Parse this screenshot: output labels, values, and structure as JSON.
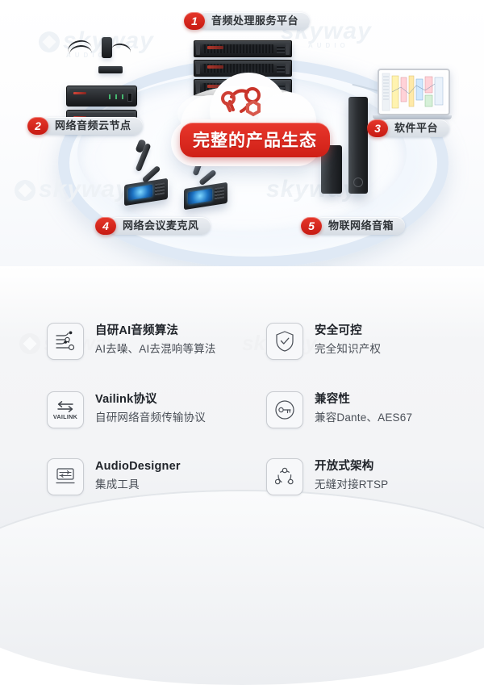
{
  "diagram": {
    "center": {
      "pill_label": "完整的产品生态",
      "pill_color": "#d3241a",
      "cloud_icon": "network-nodes-icon"
    },
    "watermark": "skyway",
    "watermark_sub": "AUDIO",
    "nodes": [
      {
        "number": "1",
        "label": "音频处理服务平台",
        "art": "rack-servers"
      },
      {
        "number": "2",
        "label": "网络音频云节点",
        "art": "cloud-node-boxes"
      },
      {
        "number": "3",
        "label": "软件平台",
        "art": "laptop-software"
      },
      {
        "number": "4",
        "label": "网络会议麦克风",
        "art": "conference-microphones"
      },
      {
        "number": "5",
        "label": "物联网络音箱",
        "art": "network-speakers"
      }
    ]
  },
  "features": {
    "items": [
      {
        "icon": "ai-algorithm-icon",
        "title": "自研AI音频算法",
        "subtitle": "AI去噪、AI去混响等算法"
      },
      {
        "icon": "shield-check-icon",
        "title": "安全可控",
        "subtitle": "完全知识产权"
      },
      {
        "icon": "vailink-icon",
        "icon_text": "VAILINK",
        "title": "Vailink协议",
        "subtitle": "自研网络音频传输协议"
      },
      {
        "icon": "key-circle-icon",
        "title": "兼容性",
        "subtitle": "兼容Dante、AES67"
      },
      {
        "icon": "audio-designer-icon",
        "title": "AudioDesigner",
        "subtitle": "集成工具"
      },
      {
        "icon": "open-architecture-icon",
        "title": "开放式架构",
        "subtitle": "无缝对接RTSP"
      }
    ]
  }
}
